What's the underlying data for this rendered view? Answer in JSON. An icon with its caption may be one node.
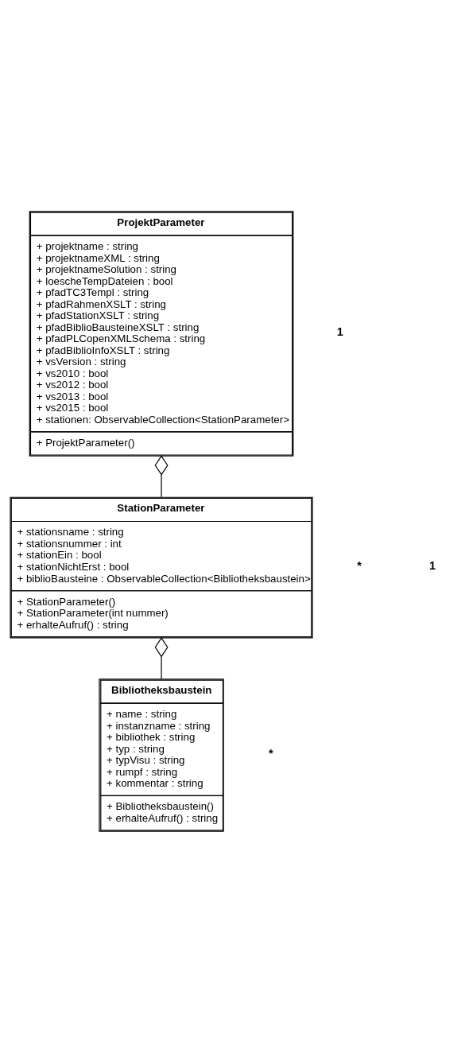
{
  "diagram": {
    "nodes": [
      {
        "text": [
          "ProjektParameter",
          "+ projektname : string",
          "+ projektnameXML : string",
          "+ projektnameSolution : string",
          "+ loescheTempDateien : bool",
          "+ pfadTC3Templ : string",
          "+ pfadRahmenXSLT : string",
          "+ pfadStationXSLT : string",
          "+ pfadBiblioBausteineXSLT : string",
          "+ pfadPLCopenXMLSchema : string",
          "+ pfadBiblioInfoXSLT : string",
          "+ vsVersion : string",
          "+ vs2010 : bool",
          "+ vs2012 : bool",
          "+ vs2013 : bool",
          "+ vs2015 : bool",
          "+ stationen: ObservableCollection<StationParameter>",
          "+ ProjektParameter()"
        ]
      },
      {
        "text": [
          "StationParameter",
          "+ stationsname : string",
          "+ stationsnummer : int",
          "+ stationEin : bool",
          "+ stationNichtErst : bool",
          "+ biblioBausteine : ObservableCollection<Bibliotheksbaustein>",
          "+ StationParameter()",
          "+ StationParameter(int nummer)",
          "+ erhalteAufruf() : string"
        ]
      },
      {
        "text": [
          "Bibliotheksbaustein",
          "+ name : string",
          "+ instanzname : string",
          "+ bibliothek : string",
          "+ typ : string",
          "+ typVisu : string",
          "+ rumpf : string",
          "+ kommentar : string",
          "+ Bibliotheksbaustein()",
          "+ erhalteAufruf() : string"
        ]
      }
    ],
    "edges": [
      {
        "from": 0,
        "to": 1,
        "arrow": "other"
      },
      {
        "from": 1,
        "to": 2,
        "arrow": "other"
      }
    ],
    "labels": [
      "1",
      "*",
      "1",
      "*"
    ]
  }
}
